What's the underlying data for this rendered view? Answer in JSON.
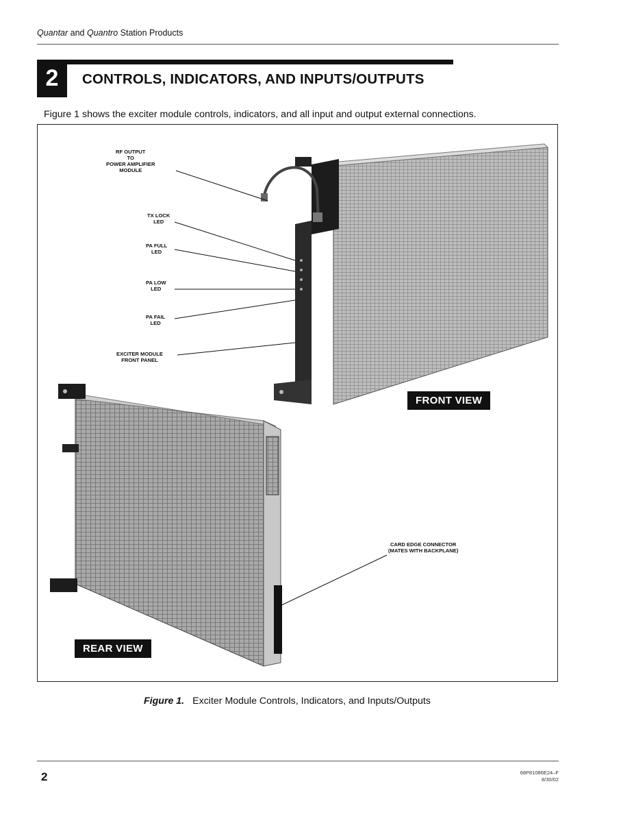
{
  "header": {
    "prefix_italic": "Quantar",
    "and": " and ",
    "middle_italic": "Quantro",
    "suffix": " Station Products"
  },
  "section": {
    "number": "2",
    "title": "CONTROLS, INDICATORS, AND INPUTS/OUTPUTS"
  },
  "intro": "Figure 1 shows the exciter module controls, indicators, and all input and output external connections.",
  "figure": {
    "labels": {
      "rf_output": "RF OUTPUT\nTO\nPOWER AMPLIFIER\nMODULE",
      "tx_lock": "TX LOCK\nLED",
      "pa_full": "PA FULL\nLED",
      "pa_low": "PA LOW\nLED",
      "pa_fail": "PA FAIL\nLED",
      "front_panel": "EXCITER MODULE\nFRONT PANEL",
      "card_edge": "CARD EDGE CONNECTOR\n(MATES WITH BACKPLANE)"
    },
    "front_view": "FRONT VIEW",
    "rear_view": "REAR VIEW"
  },
  "caption": {
    "label": "Figure 1.",
    "text": "Exciter Module Controls, Indicators, and Inputs/Outputs"
  },
  "footer": {
    "page": "2",
    "doc_number": "68P81086E24–F",
    "date": "8/30/02"
  }
}
